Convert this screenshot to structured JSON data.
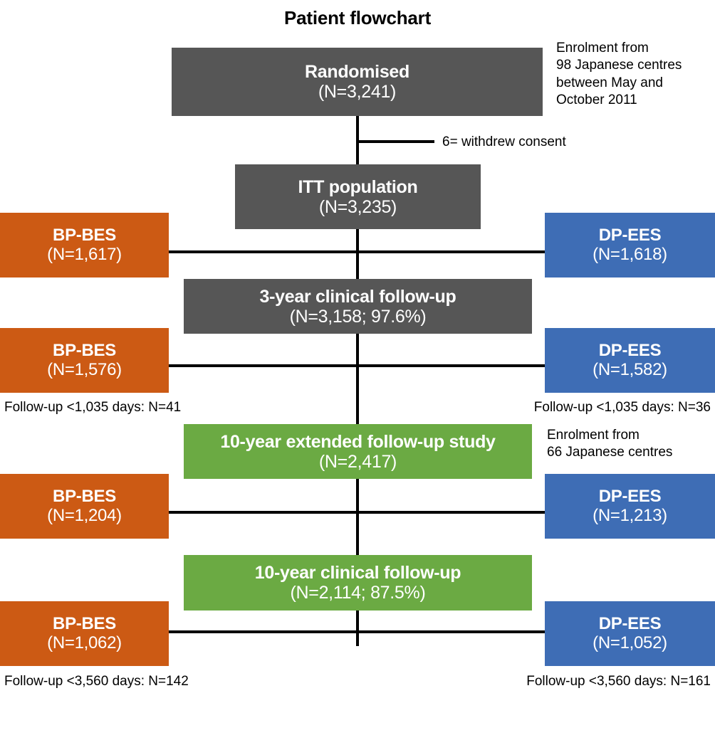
{
  "chart_data": {
    "type": "diagram",
    "title": "Patient flowchart",
    "nodes": [
      {
        "id": "randomised",
        "label": "Randomised",
        "n": "(N=3,241)",
        "color": "#565656"
      },
      {
        "id": "itt",
        "label": "ITT population",
        "n": "(N=3,235)",
        "color": "#565656"
      },
      {
        "id": "fu3",
        "label": "3-year clinical follow-up",
        "n": "(N=3,158; 97.6%)",
        "color": "#565656"
      },
      {
        "id": "ext10",
        "label": "10-year extended follow-up study",
        "n": "(N=2,417)",
        "color": "#6BAA43"
      },
      {
        "id": "fu10",
        "label": "10-year clinical follow-up",
        "n": "(N=2,114; 87.5%)",
        "color": "#6BAA43"
      },
      {
        "id": "bpbes-itt",
        "label": "BP-BES",
        "n": "(N=1,617)",
        "color": "#CC5A14"
      },
      {
        "id": "dpees-itt",
        "label": "DP-EES",
        "n": "(N=1,618)",
        "color": "#3E6DB5"
      },
      {
        "id": "bpbes-3y",
        "label": "BP-BES",
        "n": "(N=1,576)",
        "color": "#CC5A14"
      },
      {
        "id": "dpees-3y",
        "label": "DP-EES",
        "n": "(N=1,582)",
        "color": "#3E6DB5"
      },
      {
        "id": "bpbes-ext10",
        "label": "BP-BES",
        "n": "(N=1,204)",
        "color": "#CC5A14"
      },
      {
        "id": "dpees-ext10",
        "label": "DP-EES",
        "n": "(N=1,213)",
        "color": "#3E6DB5"
      },
      {
        "id": "bpbes-10y",
        "label": "BP-BES",
        "n": "(N=1,062)",
        "color": "#CC5A14"
      },
      {
        "id": "dpees-10y",
        "label": "DP-EES",
        "n": "(N=1,052)",
        "color": "#3E6DB5"
      }
    ],
    "annotations": [
      "Enrolment from 98 Japanese centres between May and October 2011",
      "6= withdrew consent",
      "Follow-up <1,035 days: N=41",
      "Follow-up <1,035 days: N=36",
      "Enrolment from 66 Japanese centres",
      "Follow-up <3,560 days: N=142",
      "Follow-up <3,560 days: N=161"
    ]
  },
  "title": "Patient flowchart",
  "boxes": {
    "randomised": {
      "label": "Randomised",
      "n": "(N=3,241)"
    },
    "itt": {
      "label": "ITT population",
      "n": "(N=3,235)"
    },
    "followup3": {
      "label": "3-year clinical follow-up",
      "n": "(N=3,158; 97.6%)"
    },
    "extended10": {
      "label": "10-year extended follow-up study",
      "n": "(N=2,417)"
    },
    "followup10": {
      "label": "10-year clinical follow-up",
      "n": "(N=2,114; 87.5%)"
    },
    "bpbes_itt": {
      "label": "BP-BES",
      "n": "(N=1,617)"
    },
    "dpees_itt": {
      "label": "DP-EES",
      "n": "(N=1,618)"
    },
    "bpbes_3y": {
      "label": "BP-BES",
      "n": "(N=1,576)"
    },
    "dpees_3y": {
      "label": "DP-EES",
      "n": "(N=1,582)"
    },
    "bpbes_ext10": {
      "label": "BP-BES",
      "n": "(N=1,204)"
    },
    "dpees_ext10": {
      "label": "DP-EES",
      "n": "(N=1,213)"
    },
    "bpbes_10y": {
      "label": "BP-BES",
      "n": "(N=1,062)"
    },
    "dpees_10y": {
      "label": "DP-EES",
      "n": "(N=1,052)"
    }
  },
  "notes": {
    "enrolment_98": "Enrolment from\n98 Japanese centres\nbetween May and\nOctober 2011",
    "withdrew_consent": "6= withdrew consent",
    "fu_left_3y": "Follow-up <1,035 days: N=41",
    "fu_right_3y": "Follow-up <1,035 days: N=36",
    "enrolment_66": "Enrolment from\n66 Japanese centres",
    "fu_left_10y": "Follow-up <3,560 days: N=142",
    "fu_right_10y": "Follow-up <3,560 days: N=161"
  },
  "colors": {
    "gray": "#565656",
    "green": "#6BAA43",
    "orange": "#CC5A14",
    "blue": "#3E6DB5",
    "line": "#000000",
    "text_on_box": "#FFFFFF",
    "text": "#000000"
  }
}
